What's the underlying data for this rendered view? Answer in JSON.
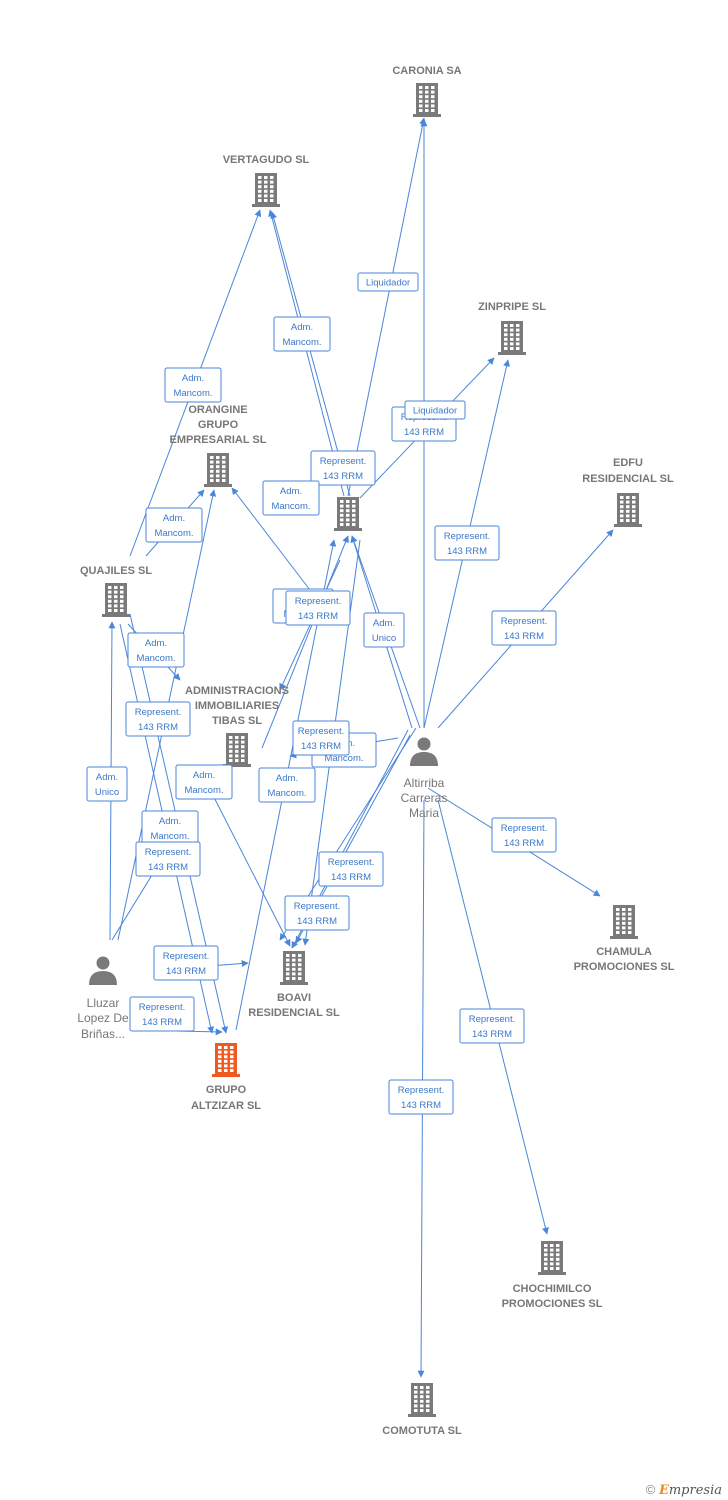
{
  "colors": {
    "edge": "#4a86d9",
    "building": "#7a7a7a",
    "main_building": "#f05a22",
    "person": "#7a7a7a"
  },
  "companies": [
    {
      "id": "caronia",
      "lines": [
        "CARONIA SA"
      ],
      "icon": "building-icon"
    },
    {
      "id": "vertagudo",
      "lines": [
        "VERTAGUDO SL"
      ],
      "icon": "building-icon"
    },
    {
      "id": "zinpripe",
      "lines": [
        "ZINPRIPE SL"
      ],
      "icon": "building-icon"
    },
    {
      "id": "orangine",
      "lines": [
        "ORANGINE",
        "GRUPO",
        "EMPRESARIAL SL"
      ],
      "icon": "building-icon"
    },
    {
      "id": "edfu",
      "lines": [
        "EDFU",
        "RESIDENCIAL SL"
      ],
      "icon": "building-icon"
    },
    {
      "id": "center",
      "lines": [],
      "icon": "building-icon"
    },
    {
      "id": "quajiles",
      "lines": [
        "QUAJILES SL"
      ],
      "icon": "building-icon"
    },
    {
      "id": "admin",
      "lines": [
        "ADMINISTRACIONS",
        "IMMOBILIARIES",
        "TIBAS SL"
      ],
      "icon": "building-icon"
    },
    {
      "id": "chamula",
      "lines": [
        "CHAMULA",
        "PROMOCIONES SL"
      ],
      "icon": "building-icon"
    },
    {
      "id": "boavi",
      "lines": [
        "BOAVI",
        "RESIDENCIAL SL"
      ],
      "icon": "building-icon"
    },
    {
      "id": "grupo",
      "lines": [
        "GRUPO",
        "ALTZIZAR SL"
      ],
      "icon": "building-icon",
      "main": true
    },
    {
      "id": "chochimilco",
      "lines": [
        "CHOCHIMILCO",
        "PROMOCIONES SL"
      ],
      "icon": "building-icon"
    },
    {
      "id": "comotuta",
      "lines": [
        "COMOTUTA SL"
      ],
      "icon": "building-icon"
    }
  ],
  "people": [
    {
      "id": "altirriba",
      "lines": [
        "Altirriba",
        "Carreras",
        "Maria"
      ],
      "icon": "person-icon"
    },
    {
      "id": "lluzar",
      "lines": [
        "Lluzar",
        "Lopez De",
        "Briñas..."
      ],
      "icon": "person-icon"
    }
  ],
  "edge_labels": [
    {
      "id": "l1",
      "lines": [
        "Liquidador"
      ]
    },
    {
      "id": "l2",
      "lines": [
        "Adm.",
        "Mancom."
      ]
    },
    {
      "id": "l3",
      "lines": [
        "Adm.",
        "Mancom."
      ]
    },
    {
      "id": "l4",
      "lines": [
        "Represent.",
        "143 RRM"
      ]
    },
    {
      "id": "l5",
      "lines": [
        "Liquidador"
      ]
    },
    {
      "id": "l6",
      "lines": [
        "Represent.",
        "143 RRM"
      ]
    },
    {
      "id": "l7",
      "lines": [
        "Adm.",
        "Mancom."
      ]
    },
    {
      "id": "l8",
      "lines": [
        "Adm.",
        "Mancom."
      ]
    },
    {
      "id": "l9",
      "lines": [
        "Represent.",
        "143 RRM"
      ]
    },
    {
      "id": "l10",
      "lines": [
        "Adm.",
        "Mancom."
      ]
    },
    {
      "id": "l11",
      "lines": [
        "Represent.",
        "143 RRM"
      ]
    },
    {
      "id": "l12",
      "lines": [
        "Adm.",
        "Unico"
      ]
    },
    {
      "id": "l13",
      "lines": [
        "Represent.",
        "143 RRM"
      ]
    },
    {
      "id": "l14",
      "lines": [
        "Adm.",
        "Mancom."
      ]
    },
    {
      "id": "l15",
      "lines": [
        "Represent.",
        "143 RRM"
      ]
    },
    {
      "id": "l16",
      "lines": [
        "Adm.",
        "Mancom."
      ]
    },
    {
      "id": "l17",
      "lines": [
        "Represent.",
        "143 RRM"
      ]
    },
    {
      "id": "l18",
      "lines": [
        "Adm.",
        "Unico"
      ]
    },
    {
      "id": "l19",
      "lines": [
        "Adm.",
        "Mancom."
      ]
    },
    {
      "id": "l20",
      "lines": [
        "Adm.",
        "Mancom."
      ]
    },
    {
      "id": "l21",
      "lines": [
        "Adm.",
        "Mancom."
      ]
    },
    {
      "id": "l22",
      "lines": [
        "Represent.",
        "143 RRM"
      ]
    },
    {
      "id": "l23",
      "lines": [
        "Represent.",
        "143 RRM"
      ]
    },
    {
      "id": "l24",
      "lines": [
        "Represent.",
        "143 RRM"
      ]
    },
    {
      "id": "l25",
      "lines": [
        "Represent.",
        "143 RRM"
      ]
    },
    {
      "id": "l26",
      "lines": [
        "Represent.",
        "143 RRM"
      ]
    },
    {
      "id": "l27",
      "lines": [
        "Represent.",
        "143 RRM"
      ]
    },
    {
      "id": "l28",
      "lines": [
        "Represent.",
        "143 RRM"
      ]
    },
    {
      "id": "l29",
      "lines": [
        "Represent.",
        "143 RRM"
      ]
    }
  ],
  "footer": {
    "copyright": "©",
    "brand_first": "E",
    "brand_rest": "mpresia"
  }
}
